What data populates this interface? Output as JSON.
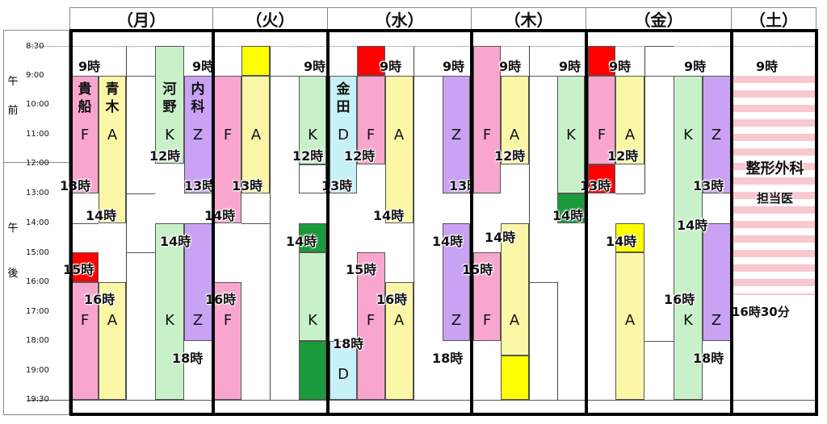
{
  "days": [
    "（月）",
    "（火）",
    "（水）",
    "（木）",
    "（金）",
    "（土）"
  ],
  "ampm": {
    "am": [
      "午",
      "前"
    ],
    "pm": [
      "午",
      "後"
    ]
  },
  "times": [
    "8:30",
    "9:00",
    "10:00",
    "11:00",
    "12:00",
    "13:00",
    "14:00",
    "15:00",
    "16:00",
    "17:00",
    "18:00",
    "19:00",
    "19:30"
  ],
  "colors": {
    "F": "#f9a6cf",
    "A": "#fbf7a6",
    "K": "#c9f1c9",
    "Z": "#c9a2f3",
    "D": "#c6f1f7",
    "red": "#ff0000",
    "yellow": "#ffff00",
    "green": "#1b9a3c"
  },
  "doctors": {
    "kifune": [
      "貴",
      "船"
    ],
    "aoki": [
      "青",
      "木"
    ],
    "kawano": [
      "河",
      "野"
    ],
    "naika": [
      "内",
      "科"
    ],
    "kaneda": [
      "金",
      "田"
    ]
  },
  "letters": {
    "F": "F",
    "A": "A",
    "K": "K",
    "Z": "Z",
    "D": "D"
  },
  "times_labels": {
    "h9": "9時",
    "h12": "12時",
    "h13": "13時",
    "h14": "14時",
    "h15": "15時",
    "h16": "16時",
    "h18": "18時",
    "h1630": "16時30分"
  },
  "saturday": {
    "dept": "整形外科",
    "sub": "担当医"
  }
}
